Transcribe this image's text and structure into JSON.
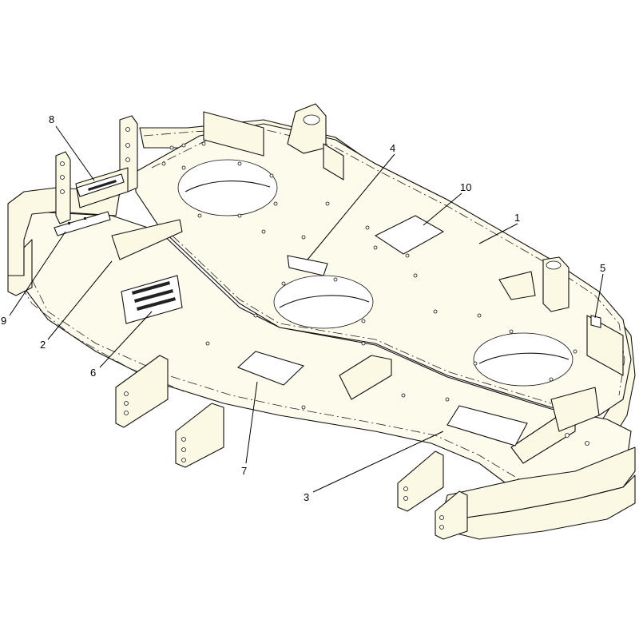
{
  "callouts": [
    {
      "id": "1",
      "label": "1"
    },
    {
      "id": "2",
      "label": "2"
    },
    {
      "id": "3",
      "label": "3"
    },
    {
      "id": "4",
      "label": "4"
    },
    {
      "id": "5",
      "label": "5"
    },
    {
      "id": "6",
      "label": "6"
    },
    {
      "id": "7",
      "label": "7"
    },
    {
      "id": "8",
      "label": "8"
    },
    {
      "id": "9",
      "label": "9"
    },
    {
      "id": "10",
      "label": "10"
    }
  ],
  "colors": {
    "paper": "#fdfbec",
    "ink": "#111111",
    "background": "#ffffff"
  }
}
